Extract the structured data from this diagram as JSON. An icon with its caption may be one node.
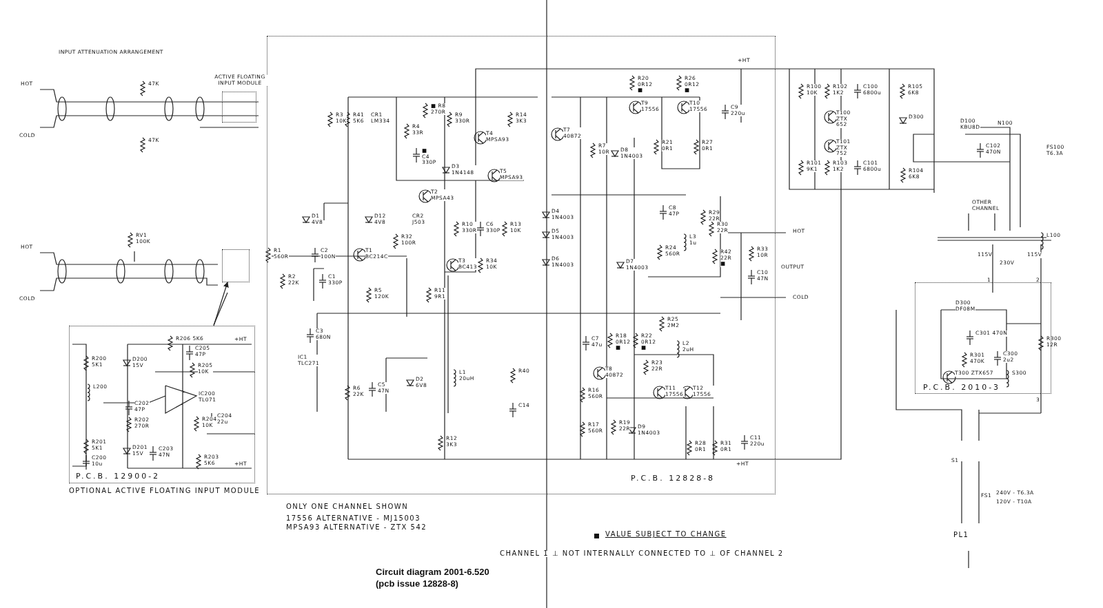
{
  "diagram": {
    "title": "Circuit diagram 2001-6.520",
    "caption": "(pcb issue 12828-8)",
    "nodes": [
      {
        "text": [
          "P.C.B. 12828-8"
        ]
      },
      {
        "text": [
          "ACTIVE FLOATING INPUT MODULE"
        ]
      },
      {
        "text": [],
        "shape": "box"
      },
      {
        "text": [
          "P.C.B. 12900-2"
        ],
        "beside": [
          "OPTIONAL ACTIVE FLOATING INPUT MODULE"
        ]
      },
      {
        "text": [
          "P.C.B. 2010-3"
        ]
      }
    ],
    "edges": [
      {
        "from": 3,
        "to": 2,
        "arrow": "to"
      }
    ],
    "labels": [
      "INPUT ATTENUATION ARRANGEMENT",
      "HOT",
      "COLD",
      "47K",
      "47K",
      "HOT",
      "COLD",
      "RV1 100K",
      "R3 10K",
      "R41 5K6",
      "CR1 LM334",
      "■ R8 270R",
      "R9 330R",
      "R14 3K3",
      "R4 33R",
      "T4 MPSA93",
      "■ C4 330P",
      "D3 1N4148",
      "T5 MPSA93",
      "T2 MPSA43",
      "D1 4V8",
      "D12 4V8",
      "CR2 J503",
      "R10 330R",
      "C6 330P",
      "R13 10K",
      "R32 100R",
      "R1 560R",
      "C2 100N",
      "T1 BC214C",
      "T3 BC413",
      "R34 10K",
      "R2 22K",
      "C1 330P",
      "R5 120K",
      "R11 9R1",
      "+HT",
      "R20 0R12 ■",
      "R26 0R12 ■",
      "T9 17556",
      "T10 17556",
      "C9 220u",
      "T7 40872",
      "R7 10R",
      "D8 1N4003",
      "R21 0R1",
      "R27 0R1",
      "D4 1N4003",
      "D5 1N4003",
      "D6 1N4003",
      "D7 1N4003",
      "C8 47P",
      "R29 22R",
      "R30 22R",
      "L3 1u",
      "R24 560R",
      "R42 22R ■",
      "R33 10R",
      "C10 47N",
      "HOT",
      "OUTPUT",
      "COLD",
      "R25 2M2",
      "C7 47u",
      "R18 0R12 ■",
      "R22 0R12 ■",
      "L2 2uH",
      "R23 22R",
      "T8 40872",
      "R16 560R",
      "T11 17556",
      "T12 17556",
      "R17 560R",
      "R19 22R",
      "D9 1N4003",
      "R28 0R1",
      "R31 0R1",
      "C11 220u",
      "+HT",
      "C3 680N",
      "IC1 TLC271",
      "R6 22K",
      "C5 47N",
      "D2 6V8",
      "L1 20uH",
      "R40",
      "C14",
      "R12 3K3",
      "R206 5K6",
      "+HT",
      "R200 5K1",
      "D200 15V",
      "C205 47P",
      "R205 10K",
      "L200",
      "C202 47P",
      "IC200 TL071",
      "C204 22u",
      "R202 270R",
      "R204 10K",
      "R201 5K1",
      "D201 15V",
      "C203 47N",
      "C200 10u",
      "R203 5K6",
      "+HT",
      "R100 10K",
      "R102 1K2",
      "C100 6800u",
      "R105 6K8",
      "T100 ZTX 652",
      "D300",
      "D100 KBU8D",
      "N100",
      "T101 ZTX 752",
      "C102 470N",
      "FS100 T6.3A",
      "R101 9K1",
      "R103 1K2",
      "C101 6800u",
      "R104 6K8",
      "OTHER CHANNEL",
      "L100",
      "115V",
      "230V",
      "115V",
      "1",
      "2",
      "3",
      "D300 DF08M",
      "C301 470N",
      "R300 12R",
      "R301 470K",
      "C300 2u2",
      "T300 ZTX657",
      "S300",
      "S1",
      "FS1",
      "240V - T6.3A",
      "120V - T10A",
      "PL1",
      "ONLY ONE CHANNEL SHOWN",
      "17556 ALTERNATIVE - MJ15003",
      "MPSA93 ALTERNATIVE - ZTX 542",
      "CHANNEL 1 ⊥ NOT INTERNALLY CONNECTED TO ⊥ OF CHANNEL 2"
    ],
    "legend": [
      {
        "text": "VALUE SUBJECT TO CHANGE"
      }
    ]
  }
}
